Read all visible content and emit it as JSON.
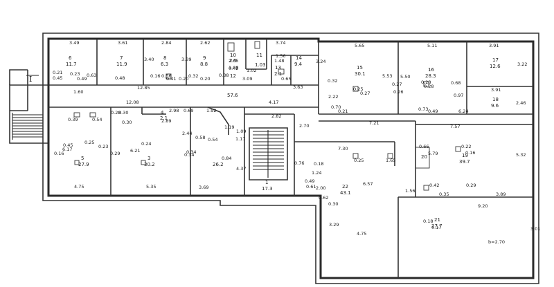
{
  "plan": {
    "axis_mark": "I",
    "note": "b=2.70",
    "rooms": [
      {
        "id": "r1",
        "number": "1",
        "area": "17.3"
      },
      {
        "id": "r3",
        "number": "3",
        "area": "30.2"
      },
      {
        "id": "r4",
        "number": "4",
        "area": "2.1"
      },
      {
        "id": "r5",
        "number": "5",
        "area": "27.9"
      },
      {
        "id": "r6",
        "number": "6",
        "area": "11.7"
      },
      {
        "id": "r7",
        "number": "7",
        "area": "11.9"
      },
      {
        "id": "r8",
        "number": "8",
        "area": "6.3"
      },
      {
        "id": "r9",
        "number": "9",
        "area": "8.8"
      },
      {
        "id": "r10",
        "number": "10",
        "area": "2.5"
      },
      {
        "id": "r11",
        "number": "11",
        "area": "1.03"
      },
      {
        "id": "r12",
        "number": "12",
        "area": "57.6"
      },
      {
        "id": "r13",
        "number": "13",
        "area": "2.1"
      },
      {
        "id": "r14",
        "number": "14",
        "area": "9.4"
      },
      {
        "id": "r15",
        "number": "15",
        "area": "30.1"
      },
      {
        "id": "r16",
        "number": "16",
        "area": "28.3"
      },
      {
        "id": "r17",
        "number": "17",
        "area": "12.6"
      },
      {
        "id": "r18",
        "number": "18",
        "area": "9.6"
      },
      {
        "id": "r19",
        "number": "19",
        "area": "39.7"
      },
      {
        "id": "r20",
        "number": "20",
        "area": "26.2"
      },
      {
        "id": "r21",
        "number": "21",
        "area": "27.7"
      },
      {
        "id": "r22",
        "number": "22",
        "area": "43.1"
      }
    ],
    "dimensions": [
      "3.49",
      "3.61",
      "2.84",
      "2.62",
      "3.74",
      "5.65",
      "5.11",
      "3.91",
      "0.21",
      "0.45",
      "0.23",
      "0.49",
      "0.63",
      "0.48",
      "3.40",
      "3.39",
      "0.56",
      "0.41",
      "0.16",
      "0.20",
      "0.32",
      "0.38",
      "0.20",
      "0.42",
      "2.65",
      "1.08",
      "1.02",
      "1.48",
      "1.56",
      "0.65",
      "3.09",
      "3.24",
      "12.85",
      "1.60",
      "3.63",
      "0.32",
      "2.22",
      "0.25",
      "0.27",
      "5.53",
      "0.27",
      "0.26",
      "5.50",
      "0.28",
      "0.28",
      "0.68",
      "0.97",
      "3.22",
      "3.91",
      "2.46",
      "12.08",
      "2.98",
      "1.92",
      "4.17",
      "0.70",
      "0.21",
      "0.73",
      "0.49",
      "6.24",
      "7.21",
      "7.57",
      "0.34",
      "0.39",
      "0.54",
      "0.30",
      "0.28",
      "0.30",
      "2.89",
      "0.69",
      "2.82",
      "2.70",
      "1.19",
      "1.09",
      "0.58",
      "0.54",
      "2.44",
      "1.17",
      "0.45",
      "0.16",
      "6.17",
      "0.25",
      "0.23",
      "0.29",
      "0.24",
      "6.21",
      "0.34",
      "4.37",
      "7.30",
      "0.25",
      "1.65",
      "0.18",
      "0.66",
      "0.22",
      "0.16",
      "5.79",
      "5.32",
      "4.75",
      "5.35",
      "3.69",
      "0.49",
      "2.00",
      "6.57",
      "1.56",
      "0.42",
      "0.35",
      "0.29",
      "3.89",
      "0.61",
      "0.62",
      "0.30",
      "9.20",
      "3.29",
      "0.18",
      "0.17",
      "3.01",
      "4.75",
      "1.24",
      "0.76",
      "0.84"
    ]
  }
}
